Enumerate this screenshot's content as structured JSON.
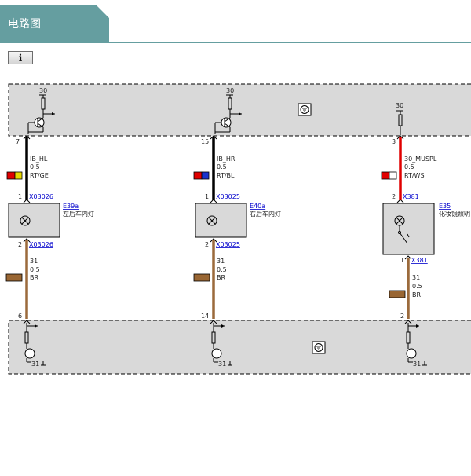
{
  "header": {
    "title": "电路图"
  },
  "toolbar": {
    "info_icon": "i"
  },
  "modules": {
    "top": {
      "supply": "30",
      "ground_icon": "ground-symbol"
    },
    "bottom": {
      "ground": "31"
    }
  },
  "circuits": [
    {
      "id": "c1",
      "top_pin": "7",
      "wire_top": {
        "name": "IB_HL",
        "size": "0.5",
        "color": "RT/GE",
        "swatch": [
          "#e00000",
          "#e8d800"
        ]
      },
      "component": {
        "id": "E39a",
        "name": "左后车内灯",
        "pin_top": "1",
        "pin_bottom": "2",
        "connector_top": "X03026",
        "connector_bottom": "X03026"
      },
      "wire_bottom": {
        "name": "31",
        "size": "0.5",
        "color": "BR"
      },
      "bottom_pin": "6"
    },
    {
      "id": "c2",
      "top_pin": "15",
      "wire_top": {
        "name": "IB_HR",
        "size": "0.5",
        "color": "RT/BL",
        "swatch": [
          "#e00000",
          "#1a33cc"
        ]
      },
      "component": {
        "id": "E40a",
        "name": "右后车内灯",
        "pin_top": "1",
        "pin_bottom": "2",
        "connector_top": "X03025",
        "connector_bottom": "X03025"
      },
      "wire_bottom": {
        "name": "31",
        "size": "0.5",
        "color": "BR"
      },
      "bottom_pin": "14"
    },
    {
      "id": "c3",
      "top_pin": "3",
      "supply": "30",
      "wire_top": {
        "name": "30_MUSPL",
        "size": "0.5",
        "color": "RT/WS",
        "swatch": [
          "#e00000",
          "#ffffff"
        ]
      },
      "component": {
        "id": "E35",
        "name": "化妆镜照明",
        "pin_top": "2",
        "pin_bottom": "1",
        "connector_top": "X381",
        "connector_bottom": "X381"
      },
      "wire_bottom": {
        "name": "31",
        "size": "0.5",
        "color": "BR"
      },
      "bottom_pin": "2"
    }
  ]
}
